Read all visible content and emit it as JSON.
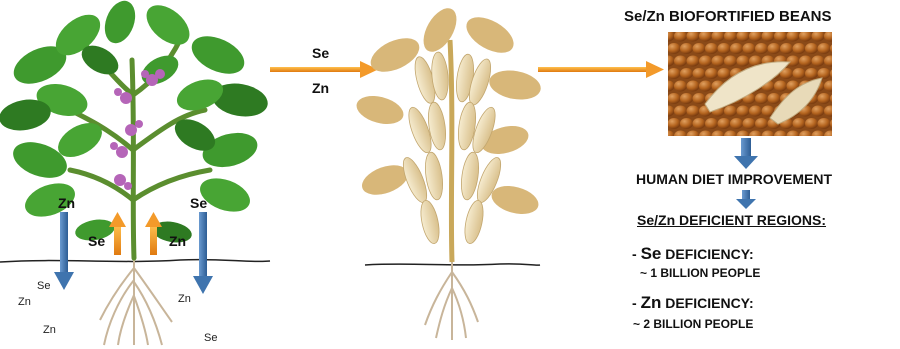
{
  "title": "Se/Zn BIOFORTIFIED BEANS",
  "flow": {
    "se_label": "Se",
    "zn_label": "Zn"
  },
  "plant": {
    "down_left_label": "Zn",
    "down_right_label": "Se",
    "up_left_label": "Se",
    "up_right_label": "Zn",
    "soil_labels": [
      "Se",
      "Zn",
      "Zn",
      "Zn",
      "Se"
    ]
  },
  "outcome": {
    "diet": "HUMAN DIET IMPROVEMENT",
    "regions": "Se/Zn DEFICIENT REGIONS:",
    "se_deficiency": {
      "prefix": "- ",
      "element": "Se",
      "suffix": " DEFICIENCY:",
      "count": "~ 1 BILLION PEOPLE"
    },
    "zn_deficiency": {
      "prefix": "- ",
      "element": "Zn",
      "suffix": " DEFICIENCY:",
      "count": "~ 2 BILLION PEOPLE"
    }
  },
  "colors": {
    "leaf": "#3f9a2e",
    "leaf_dark": "#2e7a22",
    "flower": "#b565b8",
    "stem": "#5b8e2f",
    "root": "#c8b59a",
    "pod": "#ecdcb4",
    "pod_leaf": "#d8b779",
    "orange_arrow": "#f39a2a",
    "blue_arrow": "#3f74ae",
    "bean": "#b5651f"
  }
}
